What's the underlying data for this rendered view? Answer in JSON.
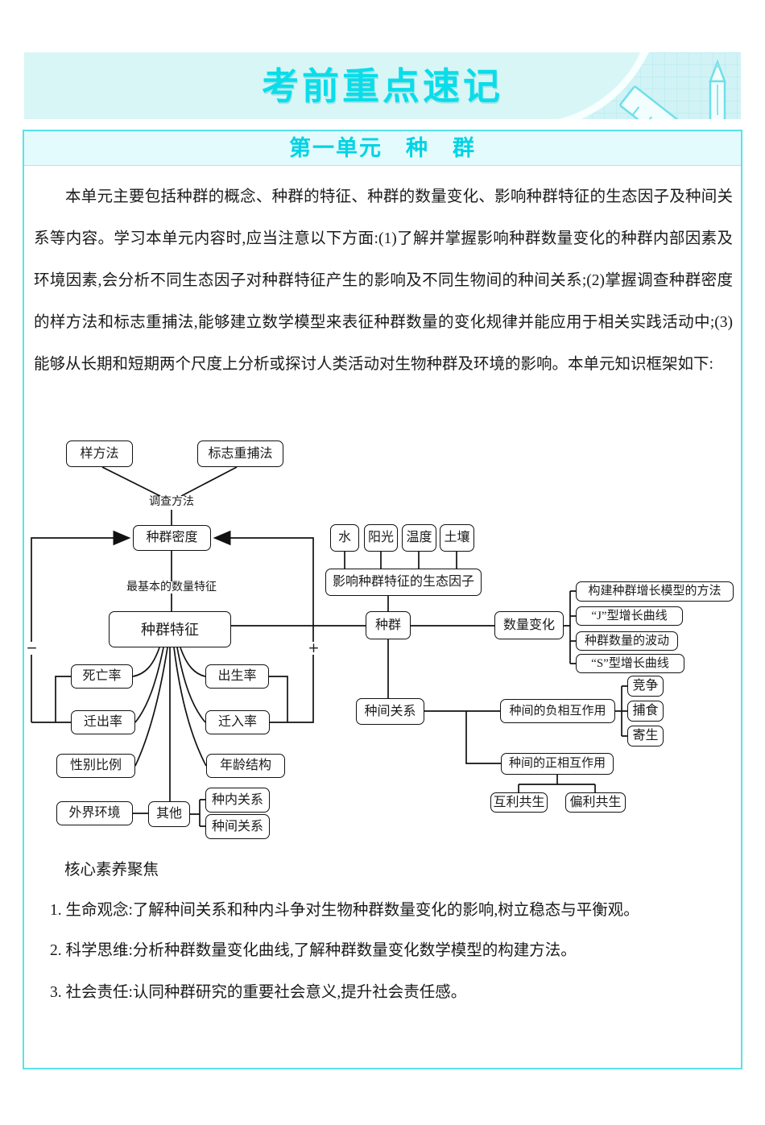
{
  "banner": {
    "title": "考前重点速记"
  },
  "unit": {
    "title": "第一单元　种　群"
  },
  "intro": {
    "paragraph": "本单元主要包括种群的概念、种群的特征、种群的数量变化、影响种群特征的生态因子及种间关系等内容。学习本单元内容时,应当注意以下方面:(1)了解并掌握影响种群数量变化的种群内部因素及环境因素,会分析不同生态因子对种群特征产生的影响及不同生物间的种间关系;(2)掌握调查种群密度的样方法和标志重捕法,能够建立数学模型来表征种群数量的变化规律并能应用于相关实践活动中;(3)能够从长期和短期两个尺度上分析或探讨人类活动对生物种群及环境的影响。本单元知识框架如下:"
  },
  "diagram": {
    "nodes": {
      "quadrat": "样方法",
      "mark_recapture": "标志重捕法",
      "survey_label": "调查方法",
      "density": "种群密度",
      "basic_label": "最基本的数量特征",
      "features": "种群特征",
      "death_rate": "死亡率",
      "birth_rate": "出生率",
      "emigration": "迁出率",
      "immigration": "迁入率",
      "sex_ratio": "性别比例",
      "age_structure": "年龄结构",
      "environment": "外界环境",
      "other": "其他",
      "intra_relation": "种内关系",
      "inter_relation_small": "种间关系",
      "water": "水",
      "sunlight": "阳光",
      "temperature": "温度",
      "soil": "土壤",
      "eco_factors": "影响种群特征的生态因子",
      "population": "种群",
      "quantity_change": "数量变化",
      "model_method": "构建种群增长模型的方法",
      "j_curve": "“J”型增长曲线",
      "fluctuation": "种群数量的波动",
      "s_curve": "“S”型增长曲线",
      "inter_relation": "种间关系",
      "negative_interaction": "种间的负相互作用",
      "competition": "竞争",
      "predation": "捕食",
      "parasitism": "寄生",
      "positive_interaction": "种间的正相互作用",
      "mutualism": "互利共生",
      "commensalism": "偏利共生",
      "minus": "−",
      "plus": "+"
    }
  },
  "focus": {
    "heading": "核心素养聚焦",
    "items": [
      {
        "num": "1. ",
        "label": "生命观念:",
        "text": "了解种间关系和种内斗争对生物种群数量变化的影响,树立稳态与平衡观。"
      },
      {
        "num": "2. ",
        "label": "科学思维:",
        "text": "分析种群数量变化曲线,了解种群数量变化数学模型的构建方法。"
      },
      {
        "num": "3. ",
        "label": "社会责任:",
        "text": "认同种群研究的重要社会意义,提升社会责任感。"
      }
    ]
  }
}
